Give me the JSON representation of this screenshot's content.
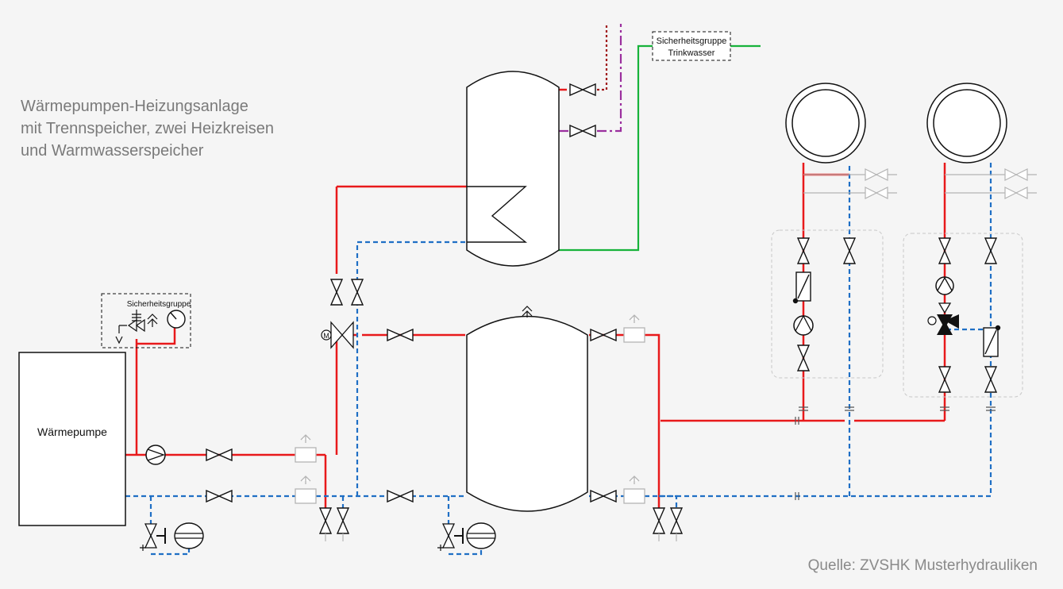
{
  "title_lines": [
    "Wärmepumpen-Heizungsanlage",
    "mit Trennspeicher, zwei Heizkreisen",
    "und Warmwasserspeicher"
  ],
  "source": "Quelle: ZVSHK Musterhydrauliken",
  "labels": {
    "heat_pump": "Wärmepumpe",
    "safety_group": "Sicherheitsgruppe",
    "dhw_safety_line1": "Sicherheitsgruppe",
    "dhw_safety_line2": "Trinkwasser",
    "motor": "M"
  },
  "colors": {
    "supply": "#e8191b",
    "return": "#1f6fc5",
    "drinking_water": "#17b33a",
    "hot_water": "#a0191b",
    "circulation": "#9b2f9e",
    "symbol": "#111111",
    "inactive": "#b4b4b4",
    "module_frame": "#c8c8c8"
  }
}
